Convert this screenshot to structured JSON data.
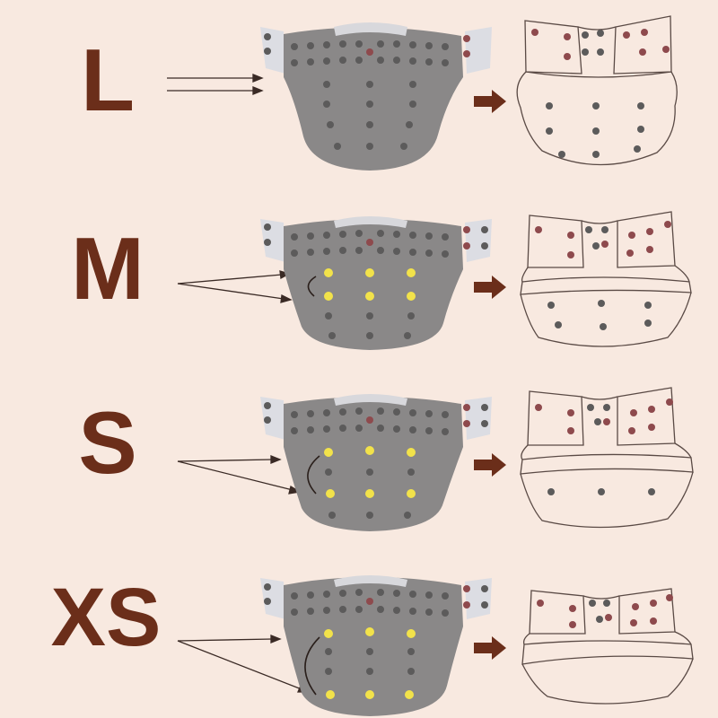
{
  "sizes": [
    {
      "label": "L",
      "snap_rows": 0
    },
    {
      "label": "M",
      "snap_rows": 2
    },
    {
      "label": "S",
      "snap_rows": 2
    },
    {
      "label": "XS",
      "snap_rows": 2
    }
  ],
  "colors": {
    "background": "#f8e9e0",
    "label": "#6b2e1a",
    "diaper_body": "#8a8888",
    "diaper_wing": "#dcdde3",
    "snap_dark": "#5c5b5b",
    "snap_brown": "#8e4a4d",
    "snap_yellow": "#f2e24a",
    "arrow": "#6b2e1a",
    "outline": "#5a4a45"
  }
}
